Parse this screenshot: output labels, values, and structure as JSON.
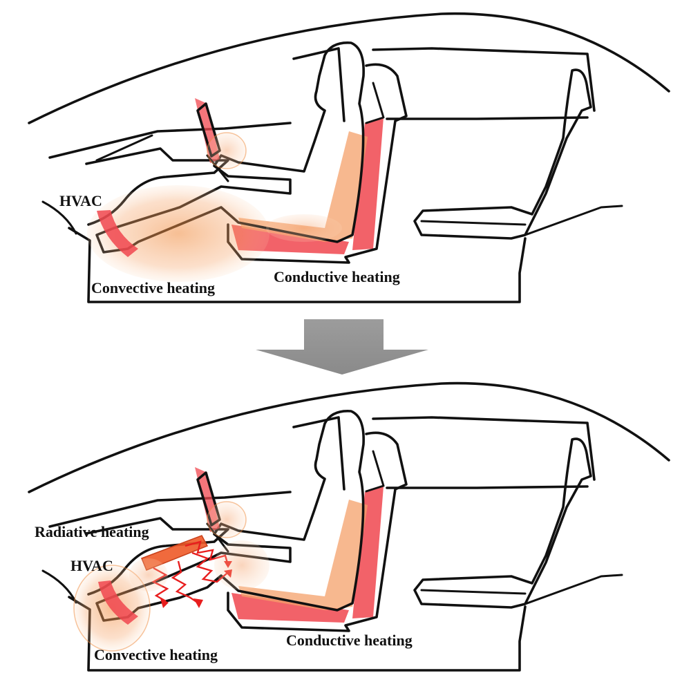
{
  "top_panel": {
    "labels": {
      "hvac": "HVAC",
      "convective": "Convective heating",
      "conductive": "Conductive heating"
    }
  },
  "bottom_panel": {
    "labels": {
      "radiative": "Radiative heating",
      "hvac": "HVAC",
      "convective": "Convective heating",
      "conductive": "Conductive heating"
    }
  },
  "colors": {
    "outline": "#111111",
    "seat_heat": "#f0474f",
    "body_heat": "#f4a06a",
    "glow": "#f08a3c",
    "radiant_panel": "#ee5a28",
    "radiation_zigzag": "#e81e1e",
    "arrow": "#999999"
  }
}
